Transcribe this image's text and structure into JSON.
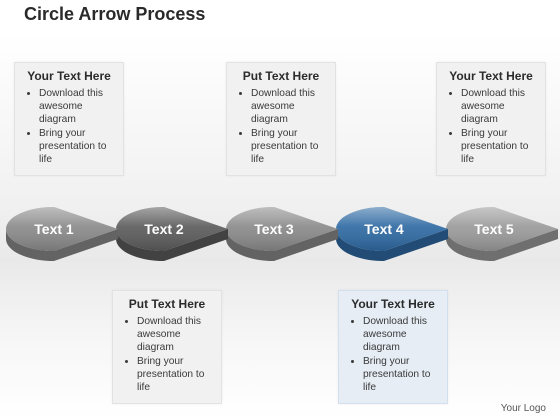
{
  "title": "Circle Arrow Process",
  "top_boxes": [
    {
      "heading": "Your Text Here",
      "bullets": [
        "Download this awesome diagram",
        "Bring your presentation to life"
      ]
    },
    {
      "heading": "Put Text Here",
      "bullets": [
        "Download this awesome diagram",
        "Bring your presentation to life"
      ]
    },
    {
      "heading": "Your Text Here",
      "bullets": [
        "Download this awesome diagram",
        "Bring your presentation to life"
      ]
    }
  ],
  "bottom_boxes": [
    {
      "heading": "Put Text Here",
      "bullets": [
        "Download this awesome diagram",
        "Bring your presentation to life"
      ]
    },
    {
      "heading": "Your Text Here",
      "bullets": [
        "Download this awesome diagram",
        "Bring your presentation to life"
      ]
    }
  ],
  "segments": [
    {
      "label": "Text 1",
      "color": "#8a8a8a"
    },
    {
      "label": "Text 2",
      "color": "#5c5c5c"
    },
    {
      "label": "Text 3",
      "color": "#8a8a8a"
    },
    {
      "label": "Text 4",
      "color": "#2f6aa3"
    },
    {
      "label": "Text 5",
      "color": "#9a9a9a"
    }
  ],
  "logo": "Your Logo"
}
